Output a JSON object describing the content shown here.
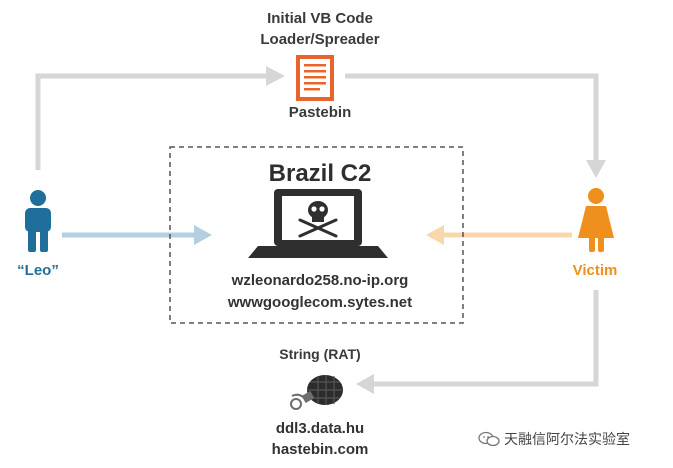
{
  "pastebin": {
    "title_line1": "Initial VB Code",
    "title_line2": "Loader/Spreader",
    "label": "Pastebin"
  },
  "c2": {
    "title": "Brazil C2",
    "domains": [
      "wzleonardo258.no-ip.org",
      "wwwgooglecom.sytes.net"
    ]
  },
  "attacker": {
    "label": "“Leo”"
  },
  "victim": {
    "label": "Victim"
  },
  "rat": {
    "title": "String (RAT)",
    "hosts": [
      "ddl3.data.hu",
      "hastebin.com"
    ]
  },
  "watermark": "天融信阿尔法实验室",
  "colors": {
    "arrow_gray": "#d6d6d6",
    "arrow_blue": "#b3cfe0",
    "arrow_orange": "#f8d7ab",
    "attacker_blue": "#1f6e9c",
    "victim_orange": "#ef8f1d",
    "doc_orange": "#e8642c",
    "laptop_dark": "#2f2f2f",
    "dashed_border": "#555555"
  },
  "icons": {
    "pastebin": "document-icon",
    "c2": "laptop-skull-icon",
    "attacker": "person-icon",
    "victim": "woman-icon",
    "rat": "grenade-icon"
  }
}
